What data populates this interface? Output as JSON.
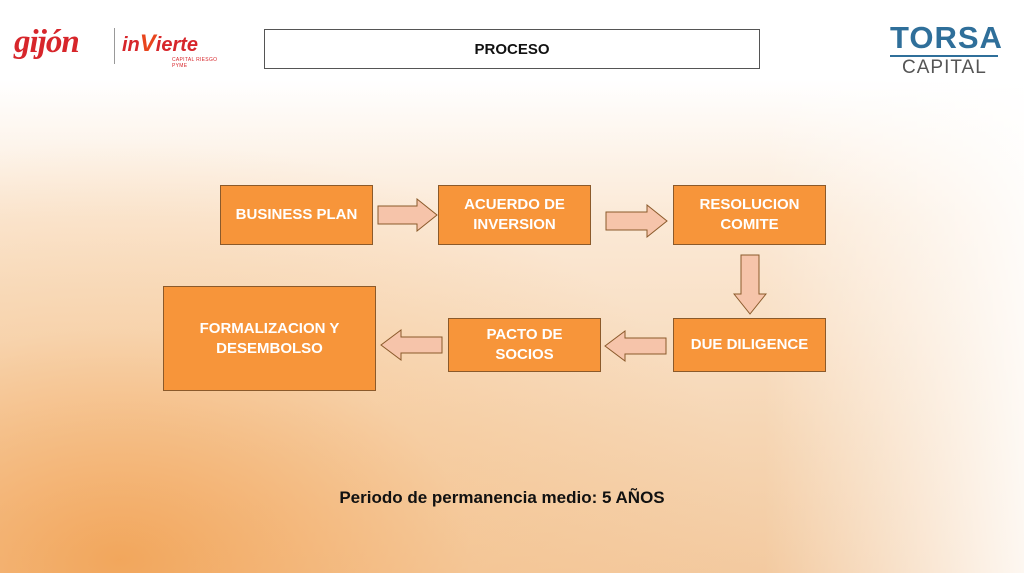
{
  "header": {
    "title": "PROCESO"
  },
  "logos": {
    "left_gijon": "gijón",
    "left_invierte_a": "in",
    "left_invierte_v": "V",
    "left_invierte_b": "ierte",
    "left_invierte_sub": "CAPITAL RIESGO PYME",
    "right_brand": "TORSA",
    "right_sub": "CAPITAL"
  },
  "colors": {
    "box_fill": "#f7953a",
    "arrow_fill": "#f6c4aa",
    "brand_red": "#d7262b",
    "brand_blue": "#2f6f9a"
  },
  "process": {
    "steps": [
      "BUSINESS PLAN",
      "ACUERDO DE\nINVERSION",
      "RESOLUCION\nCOMITE",
      "DUE DILIGENCE",
      "PACTO DE\nSOCIOS",
      "FORMALIZACION Y\nDESEMBOLSO"
    ]
  },
  "footer": {
    "text": "Periodo de permanencia medio: 5 AÑOS"
  }
}
